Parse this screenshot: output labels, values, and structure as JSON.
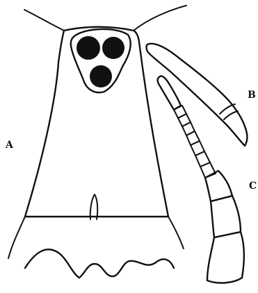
{
  "figure": {
    "labels": {
      "a": "A",
      "b": "B",
      "c": "C"
    },
    "ink_color": "#111111",
    "background": "#ffffff"
  }
}
